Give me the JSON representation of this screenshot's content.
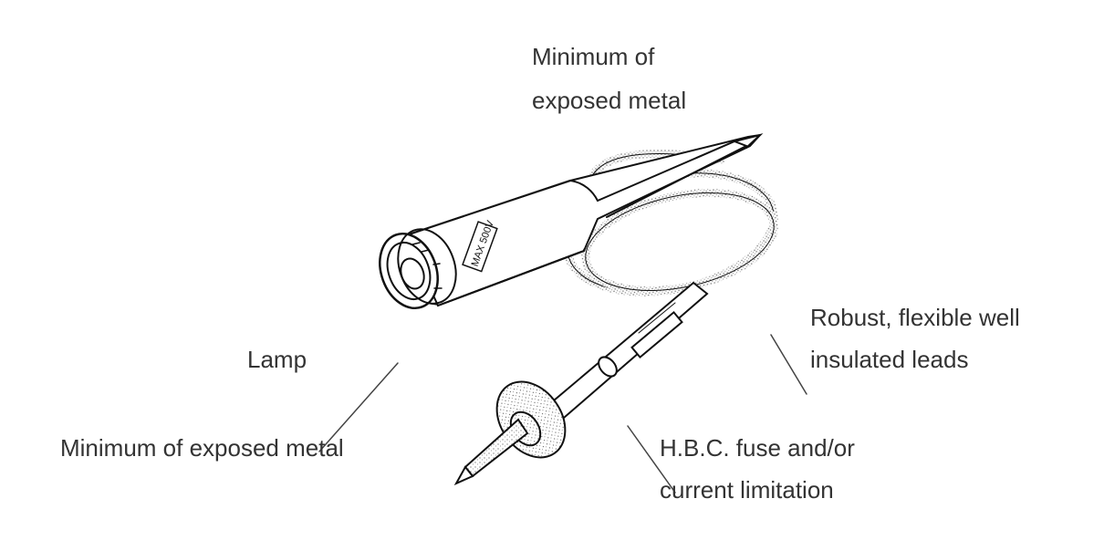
{
  "labels": {
    "top_metal_line1": "Minimum of",
    "top_metal_line2": "exposed metal",
    "leads_line1": "Robust, flexible well",
    "leads_line2": "insulated leads",
    "lamp": "Lamp",
    "bottom_metal": "Minimum of exposed metal",
    "fuse_line1": "H.B.C. fuse and/or",
    "fuse_line2": "current limitation"
  },
  "device_marking": "MAX 500V"
}
